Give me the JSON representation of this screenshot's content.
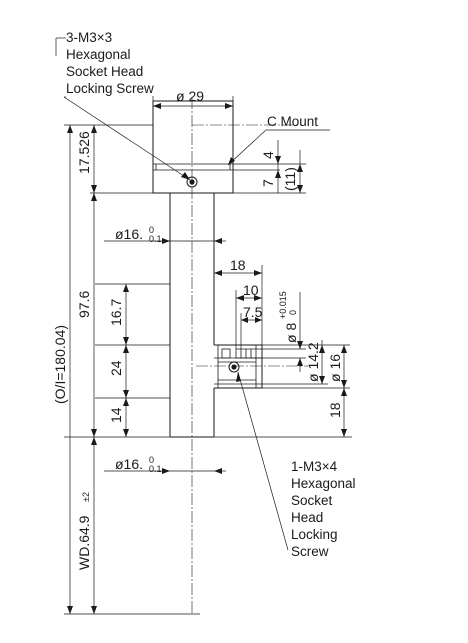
{
  "labels": {
    "top_screw": [
      "3-M3×3",
      "Hexagonal",
      "Socket Head",
      "Locking Screw"
    ],
    "side_screw": [
      "1-M3×4",
      "Hexagonal",
      "Socket",
      "Head",
      "Locking",
      "Screw"
    ],
    "c_mount": "C Mount"
  },
  "dims": {
    "d29": "ø 29",
    "d4": "4",
    "d7": "7",
    "d11": "(11)",
    "d16_top_base": "ø16.",
    "d16_tol": "0",
    "d16_tol_low": "0.1",
    "d16_bot_base": "ø16.",
    "d18_h": "18",
    "d10": "10",
    "d7_5": "7.5",
    "d8": "ø 8",
    "d8_tol_up": "+0.015",
    "d8_tol_low": "0",
    "d14_2": "ø 14.2",
    "d16_side": "ø 16",
    "d18_v": "18",
    "d17_526": "17.526",
    "d97_6": "97.6",
    "d16_7": "16.7",
    "d24": "24",
    "d14": "14",
    "oi": "(O/I=180.04)",
    "wd": "WD.64.9",
    "wd_tol": "±2"
  }
}
